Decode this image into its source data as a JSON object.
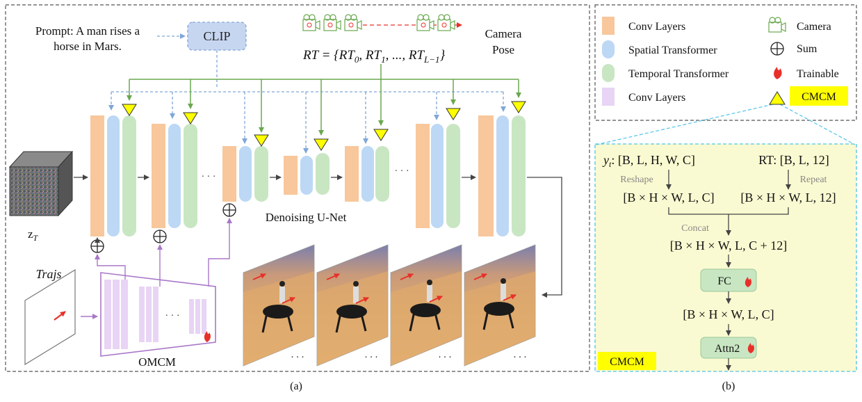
{
  "panel_a": {
    "prompt_line1": "Prompt: A man rises a",
    "prompt_line2": "horse in Mars.",
    "clip_label": "CLIP",
    "rt_equation": "RT = {RT",
    "rt_eq_full": [
      "RT = {RT",
      "0",
      ", RT",
      "1",
      ", ..., RT",
      "L−1",
      "}"
    ],
    "camera_label_line1": "Camera",
    "camera_label_line2": "Pose",
    "zt_label": "z",
    "zt_sub": "T",
    "ellipsis": "· · ·",
    "unet_label": "Denoising  U-Net",
    "trajs_label": "Trajs",
    "omcm_label": "OMCM",
    "frame_ellipsis": ". . .",
    "caption": "(a)"
  },
  "legend": {
    "items": [
      {
        "label": "Conv Layers",
        "color": "#f8c79b"
      },
      {
        "label": "Spatial Transformer",
        "color": "#bcd8f5"
      },
      {
        "label": "Temporal Transformer",
        "color": "#c8e6c2"
      },
      {
        "label": "Conv Layers",
        "color": "#e8d4f4"
      }
    ],
    "symbols": [
      {
        "label": "Camera",
        "icon": "camera-icon"
      },
      {
        "label": "Sum",
        "icon": "sum-icon"
      },
      {
        "label": "Trainable",
        "icon": "flame-icon"
      },
      {
        "label": "CMCM",
        "icon": "triangle-icon"
      }
    ]
  },
  "panel_b": {
    "yt_input": ": [B, L, H, W, C]",
    "yt_symbol": "y",
    "yt_sub": "t",
    "rt_input": "RT: [B, L, 12]",
    "reshape_label": "Reshape",
    "repeat_label": "Repeat",
    "reshaped_yt": "[B × H × W, L, C]",
    "repeated_rt": "[B × H × W, L, 12]",
    "concat_label": "Concat",
    "concat_result": "[B × H × W, L, C + 12]",
    "fc_label": "FC",
    "fc_result": "[B × H × W, L, C]",
    "attn_label": "Attn2",
    "tag": "CMCM",
    "caption": "(b)"
  },
  "colors": {
    "conv": "#f8c79b",
    "spatial": "#bcd8f5",
    "temporal": "#c8e6c2",
    "omcm": "#e8d4f4",
    "green_line": "#6aa84f",
    "blue_dashed": "#7fa6d8",
    "purple": "#a877c8",
    "yellow": "#ffff00",
    "panel_b_bg": "#fafad2",
    "cyan_border": "#4fc3e8",
    "red": "#e8302a"
  }
}
